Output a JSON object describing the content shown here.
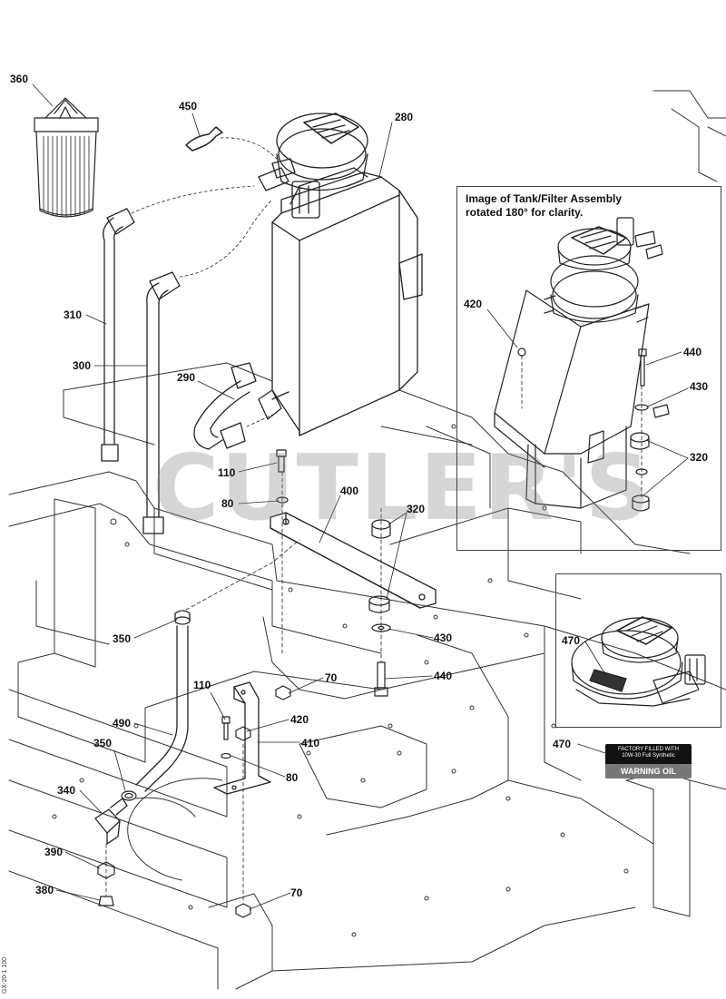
{
  "inset_caption_line1": "Image of Tank/Filter Assembly",
  "inset_caption_line2": "rotated 180° for clarity.",
  "watermark": "CUTLER'S",
  "decal_top_line1": "FACTORY FILLED WITH",
  "decal_top_line2": "10W-30 Full Synthetic",
  "decal_bottom": "WARNING OIL",
  "side_code": "GX-20-1 100",
  "callouts": {
    "c360": "360",
    "c450": "450",
    "c280": "280",
    "c310": "310",
    "c300": "300",
    "c290": "290",
    "c110a": "110",
    "c80a": "80",
    "c400": "400",
    "c320a": "320",
    "c350a": "350",
    "c430a": "430",
    "c440a": "440",
    "c110b": "110",
    "c70a": "70",
    "c490": "490",
    "c420a": "420",
    "c410": "410",
    "c350b": "350",
    "c80b": "80",
    "c340": "340",
    "c390": "390",
    "c380": "380",
    "c70b": "70",
    "c420b": "420",
    "c440b": "440",
    "c430b": "430",
    "c320b": "320",
    "c470a": "470",
    "c470b": "470"
  }
}
